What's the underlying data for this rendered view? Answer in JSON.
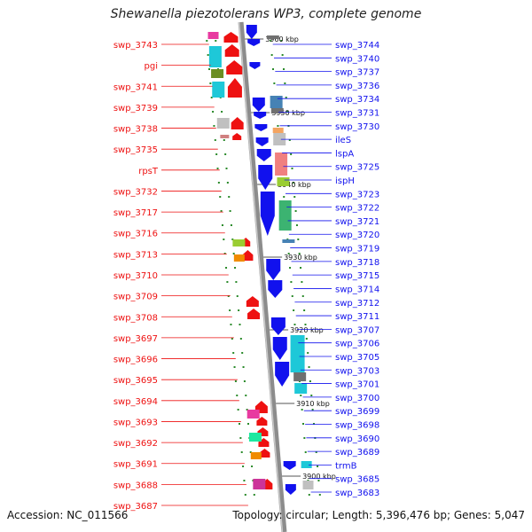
{
  "title": "Shewanella piezotolerans WP3, complete genome",
  "footer": {
    "accession": "Accession: NC_011566",
    "summary": "Topology: circular; Length: 5,396,476 bp; Genes: 5,047"
  },
  "colors": {
    "forward_strand": "#ee1111",
    "reverse_strand": "#1111ee",
    "backbone": "#8c8c8c"
  },
  "kbp_marks": [
    "3960 kbp",
    "3950 kbp",
    "3940 kbp",
    "3930 kbp",
    "3920 kbp",
    "3910 kbp",
    "3900 kbp"
  ],
  "forward_genes": [
    "swp_3743",
    "pgi",
    "swp_3741",
    "swp_3739",
    "swp_3738",
    "swp_3735",
    "rpsT",
    "swp_3732",
    "swp_3717",
    "swp_3716",
    "swp_3713",
    "swp_3710",
    "swp_3709",
    "swp_3708",
    "swp_3697",
    "swp_3696",
    "swp_3695",
    "swp_3694",
    "swp_3693",
    "swp_3692",
    "swp_3691",
    "swp_3688",
    "swp_3687"
  ],
  "reverse_genes": [
    "swp_3744",
    "swp_3740",
    "swp_3737",
    "swp_3736",
    "swp_3734",
    "swp_3731",
    "swp_3730",
    "ileS",
    "lspA",
    "swp_3725",
    "ispH",
    "swp_3723",
    "swp_3722",
    "swp_3721",
    "swp_3720",
    "swp_3719",
    "swp_3718",
    "swp_3715",
    "swp_3714",
    "swp_3712",
    "swp_3711",
    "swp_3707",
    "swp_3706",
    "swp_3705",
    "swp_3703",
    "swp_3701",
    "swp_3700",
    "swp_3699",
    "swp_3698",
    "swp_3690",
    "swp_3689",
    "trmB",
    "swp_3685",
    "swp_3683"
  ]
}
